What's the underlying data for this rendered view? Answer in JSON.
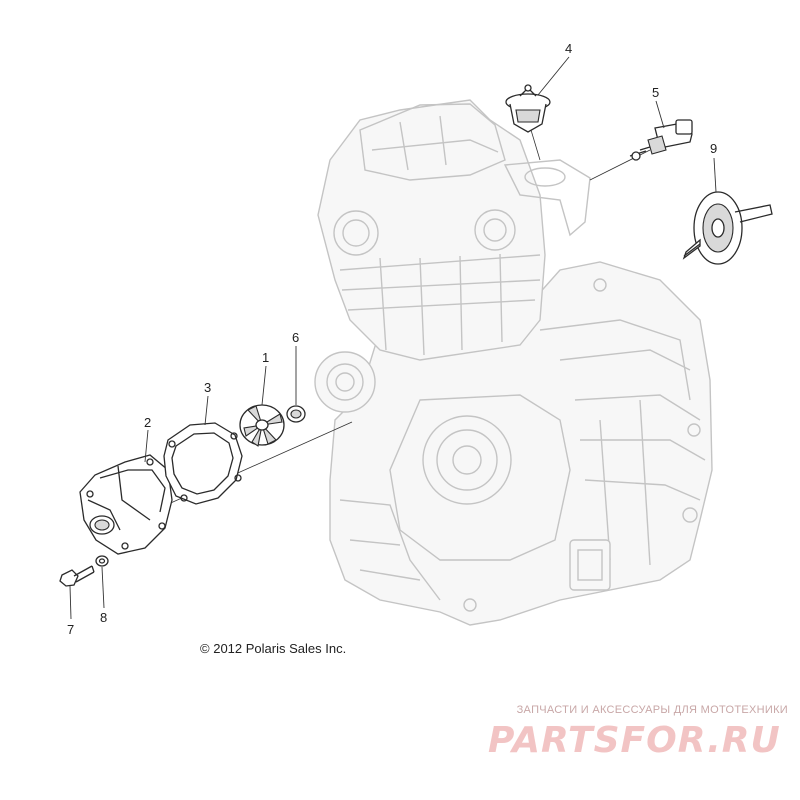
{
  "callouts": [
    {
      "id": "1",
      "label": "1"
    },
    {
      "id": "2",
      "label": "2"
    },
    {
      "id": "3",
      "label": "3"
    },
    {
      "id": "4",
      "label": "4"
    },
    {
      "id": "5",
      "label": "5"
    },
    {
      "id": "6",
      "label": "6"
    },
    {
      "id": "7",
      "label": "7"
    },
    {
      "id": "8",
      "label": "8"
    },
    {
      "id": "9",
      "label": "9"
    }
  ],
  "copyright": {
    "symbol": "©",
    "text": "2012 Polaris Sales Inc."
  },
  "watermark": {
    "tagline": "ЗАПЧАСТИ И АКСЕССУАРЫ ДЛЯ МОТОТЕХНИКИ",
    "logo": "PARTSFOR.RU",
    "color": "#f2c4c4"
  },
  "colors": {
    "engine_outline": "#c4c4c4",
    "part_outline": "#2b2b2b",
    "text": "#222222"
  }
}
